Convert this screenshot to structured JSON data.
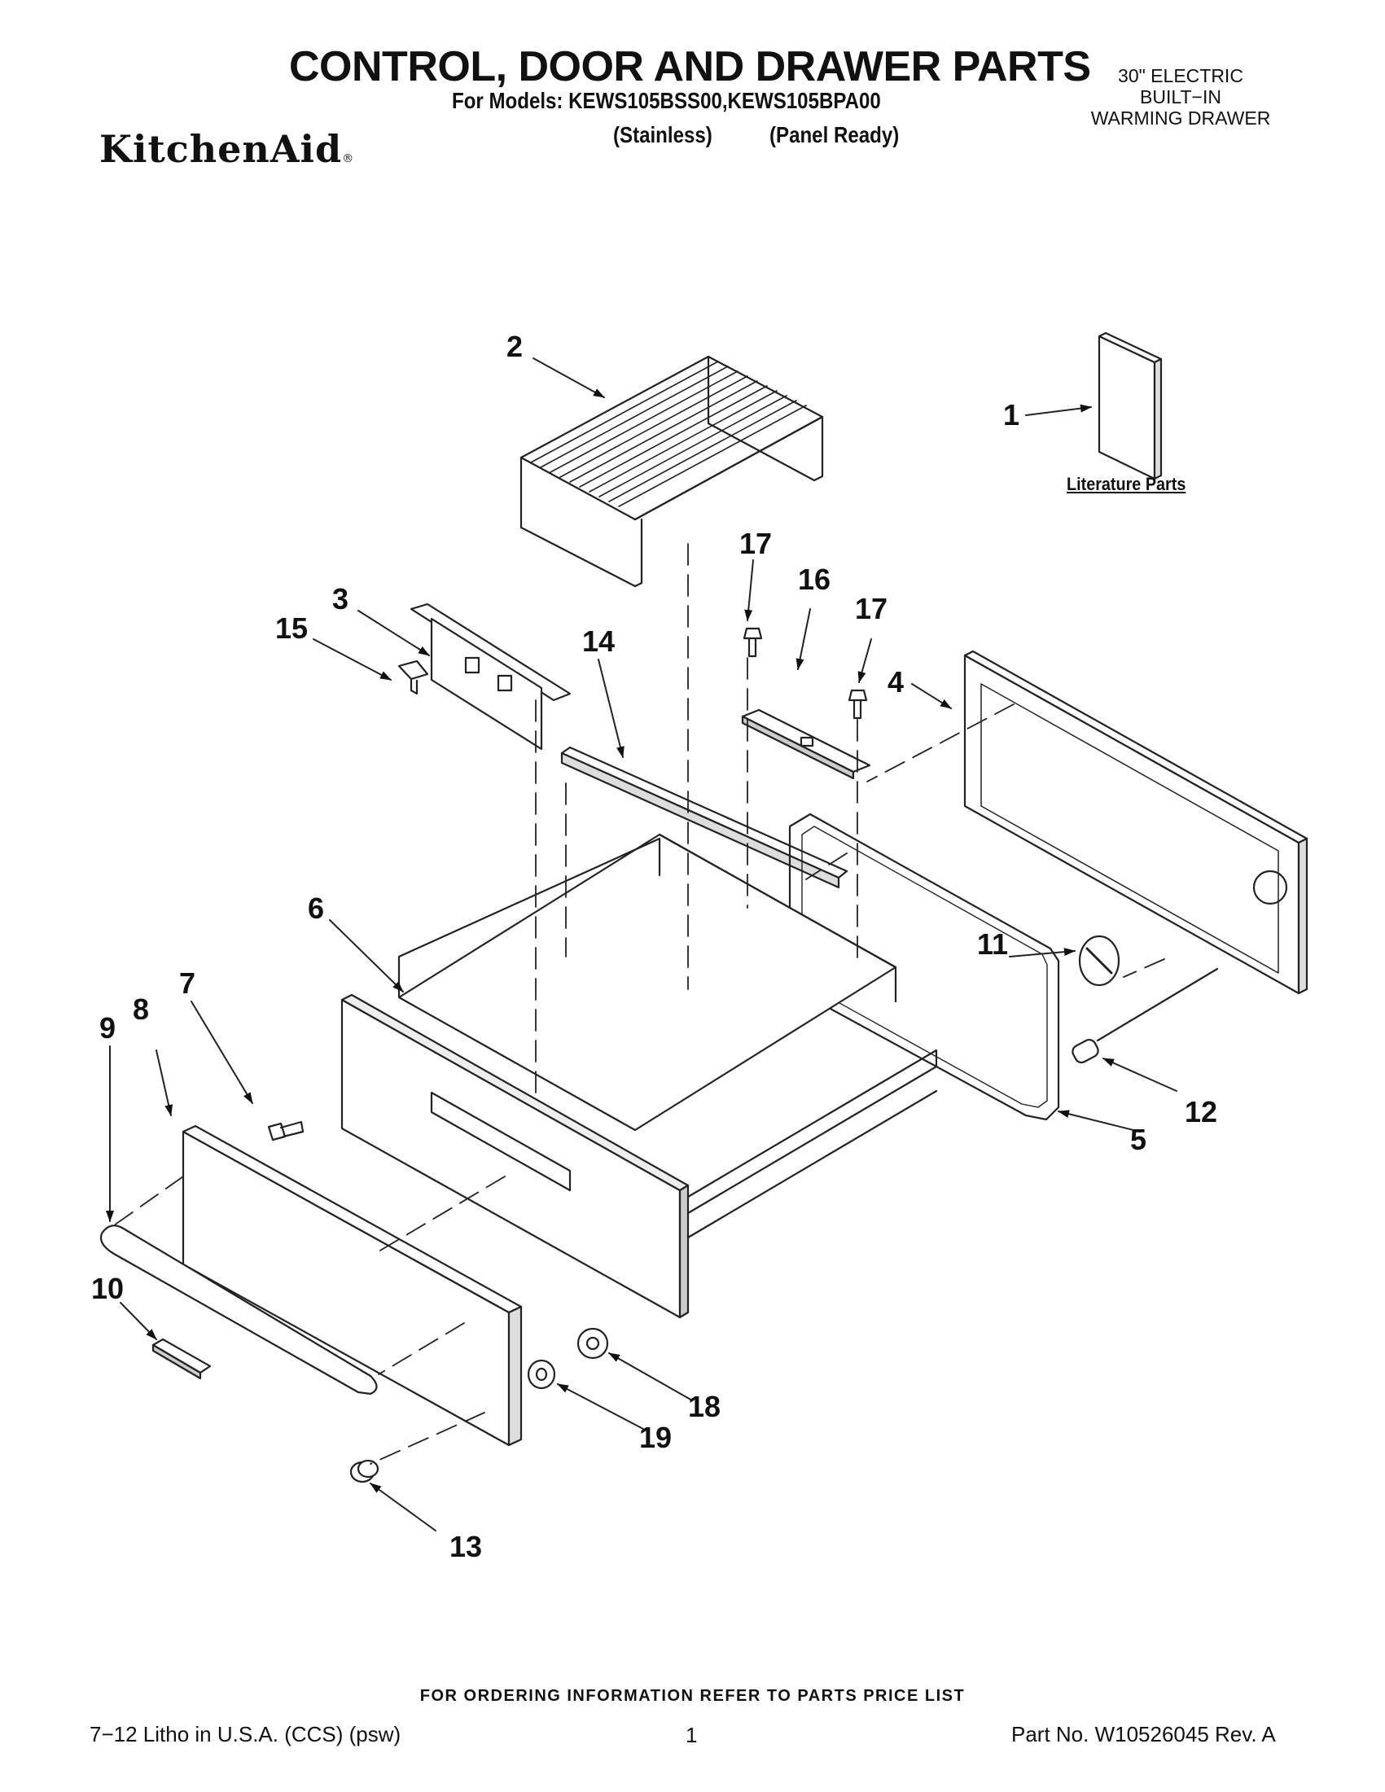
{
  "header": {
    "title": "CONTROL, DOOR AND DRAWER PARTS",
    "models_line": "For Models: KEWS105BSS00,KEWS105BPA00",
    "variant_stainless": "(Stainless)",
    "variant_panel": "(Panel Ready)",
    "brand": "KitchenAid",
    "brand_mark": "®",
    "product_lines": [
      "30\" ELECTRIC",
      "BUILT−IN",
      "WARMING DRAWER"
    ]
  },
  "diagram": {
    "literature_label": "Literature Parts",
    "callouts": [
      "1",
      "2",
      "3",
      "4",
      "5",
      "6",
      "7",
      "8",
      "9",
      "10",
      "11",
      "12",
      "13",
      "14",
      "15",
      "16",
      "17",
      "17",
      "18",
      "19"
    ]
  },
  "footer": {
    "ordering_note": "FOR ORDERING INFORMATION REFER TO PARTS PRICE LIST",
    "litho": "7−12 Litho in U.S.A. (CCS) (psw)",
    "page_number": "1",
    "part_number": "Part No. W10526045 Rev. A"
  }
}
